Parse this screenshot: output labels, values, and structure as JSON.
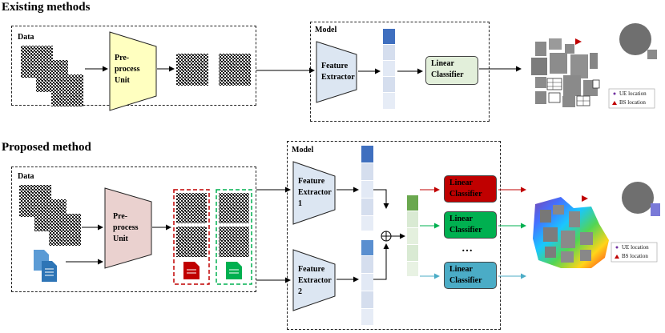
{
  "existing": {
    "title": "Existing methods",
    "data_label": "Data",
    "preprocess_label": "Pre-\nprocess\nUnit",
    "model_label": "Model",
    "feature_extractor_label": "Feature\nExtractor",
    "classifier_label": "Linear\nClassifier",
    "legend": {
      "ue": "UE location",
      "bs": "BS location"
    }
  },
  "proposed": {
    "title": "Proposed method",
    "data_label": "Data",
    "preprocess_label": "Pre-\nprocess\nUnit",
    "model_label": "Model",
    "feature_extractor_1_label": "Feature\nExtractor\n1",
    "feature_extractor_2_label": "Feature\nExtractor\n2",
    "classifiers": [
      {
        "label": "Linear\nClassifier",
        "color": "#c00000"
      },
      {
        "label": "Linear\nClassifier",
        "color": "#00b050"
      },
      {
        "label": "Linear\nClassifier",
        "color": "#4bacc6"
      }
    ],
    "ellipsis": "…",
    "legend": {
      "ue": "UE location",
      "bs": "BS location"
    }
  },
  "colors": {
    "preprocess_existing": "#ffffc0",
    "preprocess_proposed": "#ead1cf",
    "feature_extractor": "#dce6f2",
    "classifier_existing": "#e2efda",
    "red": "#c00000",
    "green": "#00b050",
    "cyan": "#4bacc6",
    "blue_doc": "#2e75b6"
  }
}
